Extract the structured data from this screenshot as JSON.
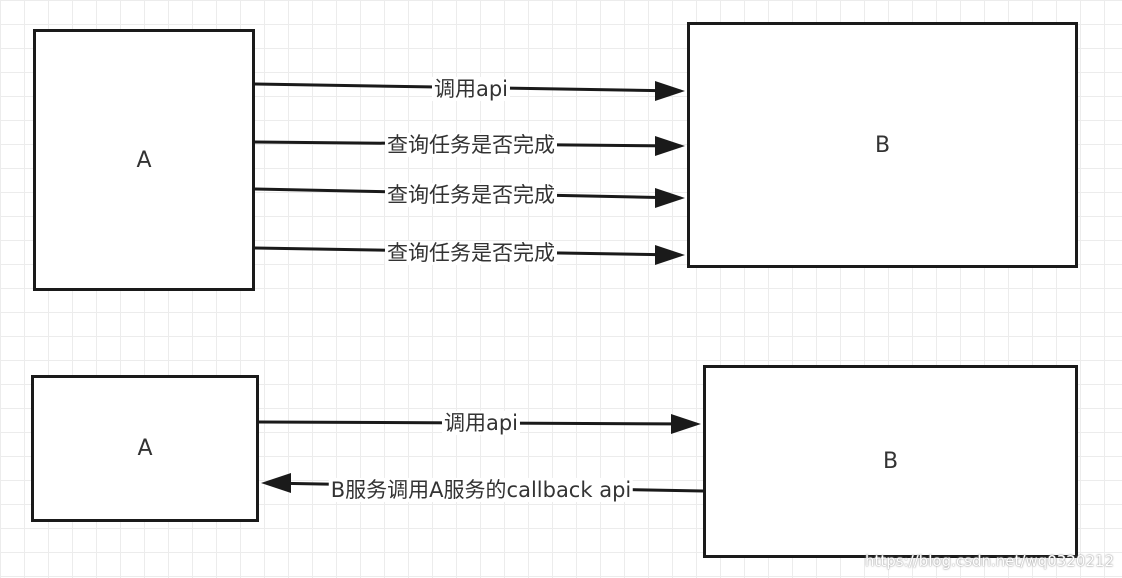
{
  "diagrams": [
    {
      "source_label": "A",
      "target_label": "B",
      "edges": [
        {
          "label": "调用api",
          "direction": "A->B"
        },
        {
          "label": "查询任务是否完成",
          "direction": "A->B"
        },
        {
          "label": "查询任务是否完成",
          "direction": "A->B"
        },
        {
          "label": "查询任务是否完成",
          "direction": "A->B"
        }
      ]
    },
    {
      "source_label": "A",
      "target_label": "B",
      "edges": [
        {
          "label": "调用api",
          "direction": "A->B"
        },
        {
          "label": "B服务调用A服务的callback api",
          "direction": "B->A"
        }
      ]
    }
  ],
  "watermark": "https://blog.csdn.net/wq0320212",
  "colors": {
    "stroke": "#1a1a1a",
    "text": "#333333",
    "grid": "#ececec"
  }
}
